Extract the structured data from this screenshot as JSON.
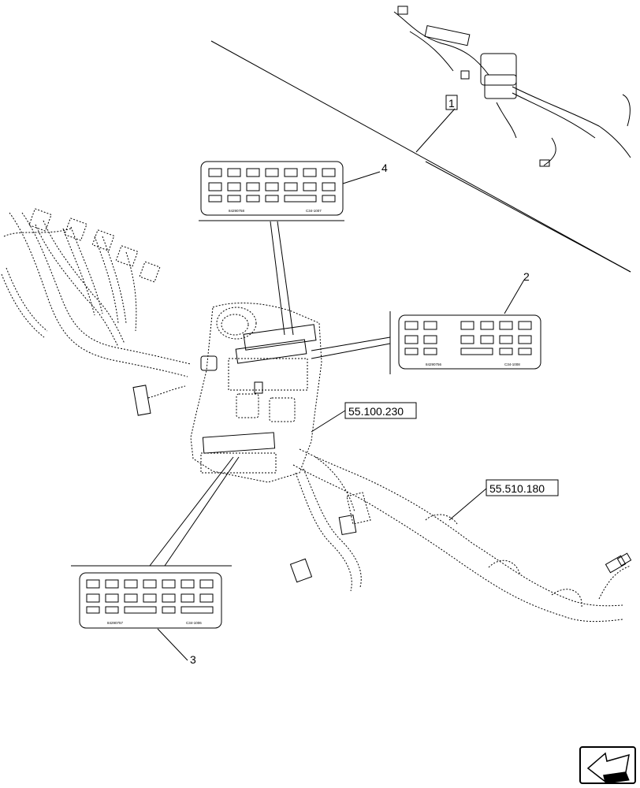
{
  "callouts": {
    "item_1": "1",
    "item_2": "2",
    "item_3": "3",
    "item_4": "4",
    "ref_a": "55.100.230",
    "ref_b": "55.510.180"
  },
  "connectors": {
    "top": {
      "left_code": "84290758",
      "right_code": "C34-1007"
    },
    "right": {
      "left_code": "84290756",
      "right_code": "C34-1008"
    },
    "bottom": {
      "left_code": "84290757",
      "right_code": "C34-1006"
    }
  },
  "icons": [
    "navigation-arrow-icon"
  ]
}
